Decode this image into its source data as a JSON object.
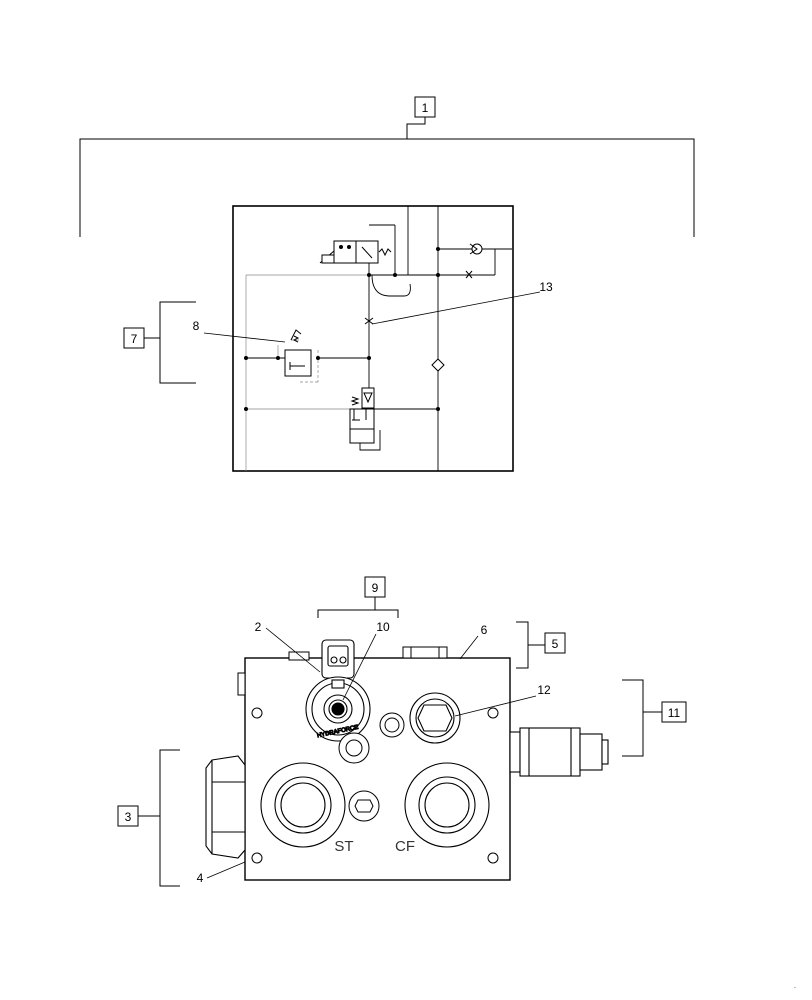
{
  "callouts": {
    "c1": "1",
    "c2": "2",
    "c3": "3",
    "c4": "4",
    "c5": "5",
    "c6": "6",
    "c7": "7",
    "c8": "8",
    "c9": "9",
    "c10": "10",
    "c11": "11",
    "c12": "12",
    "c13": "13"
  },
  "block_marks": {
    "st": "ST",
    "cf": "CF"
  },
  "coil_brand": "HYDRAFORCE",
  "corner_mark": "`",
  "colors": {
    "line": "#000000",
    "thin_line": "#555555",
    "background": "#ffffff"
  }
}
